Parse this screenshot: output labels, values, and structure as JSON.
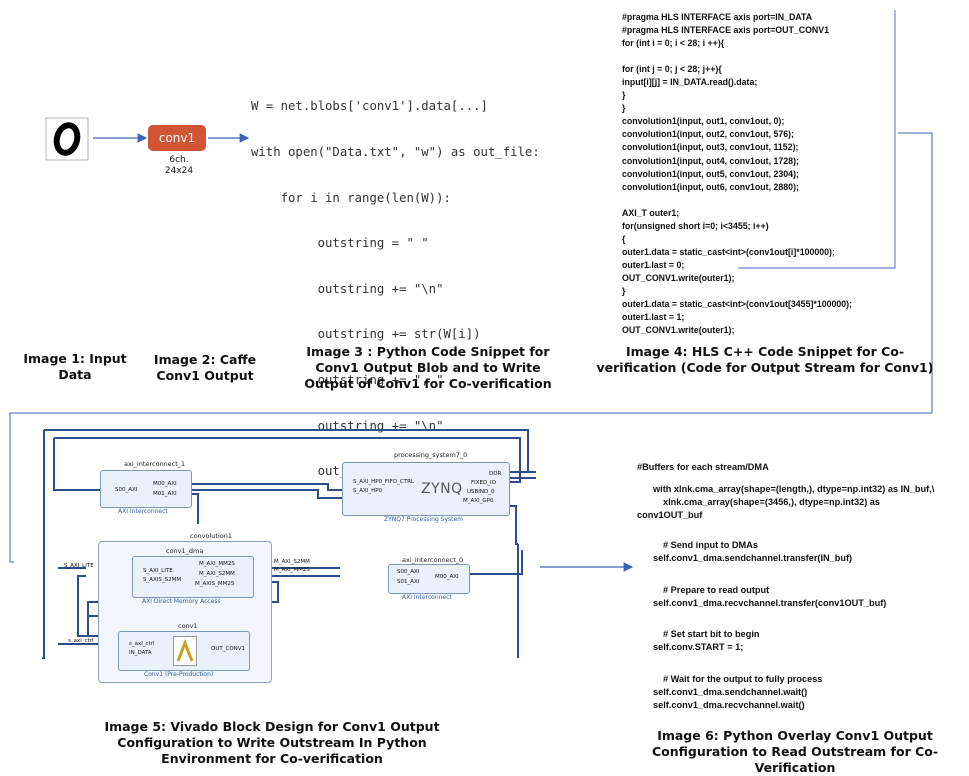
{
  "colors": {
    "line": "#3b64b8",
    "conv_block": "#d15534",
    "ip_fill": "#eaf1fb",
    "net": "#2e4d8c"
  },
  "flow": {
    "conv_block_label": "conv1",
    "conv_sub_line1": "6ch.",
    "conv_sub_line2": "24x24"
  },
  "python_snippet": {
    "lines": [
      "W = net.blobs['conv1'].data[...]",
      "with open(\"Data.txt\", \"w\") as out_file:",
      "    for i in range(len(W)):",
      "         outstring = \" \"",
      "         outstring += \"\\n\"",
      "         outstring += str(W[i])",
      "         outstring += \", \"",
      "         outstring += \"\\n\"",
      "         out_file.write(outstring)"
    ]
  },
  "hls_snippet": {
    "lines": [
      "#pragma HLS INTERFACE axis port=IN_DATA",
      "#pragma HLS INTERFACE axis port=OUT_CONV1",
      "for (int i = 0; i < 28; i ++){",
      "",
      "for (int j = 0; j < 28; j++){",
      "input[i][j] = IN_DATA.read().data;",
      "}",
      "}",
      "convolution1(input, out1, conv1out, 0);",
      "convolution1(input, out2, conv1out, 576);",
      "convolution1(input, out3, conv1out, 1152);",
      "convolution1(input, out4, conv1out, 1728);",
      "convolution1(input, out5, conv1out, 2304);",
      "convolution1(input, out6, conv1out, 2880);",
      "",
      "AXI_T outer1;",
      "for(unsigned short i=0; i<3455; i++)",
      "{",
      "outer1.data = static_cast<int>(conv1out[i]*100000);",
      "outer1.last = 0;",
      "OUT_CONV1.write(outer1);",
      "}",
      "outer1.data = static_cast<int>(conv1out[3455]*100000);",
      "outer1.last = 1;",
      "OUT_CONV1.write(outer1);"
    ]
  },
  "captions": {
    "img1": "Image 1: Input Data",
    "img2_l1": "Image 2: Caffe",
    "img2_l2": "Conv1 Output",
    "img3_l1": "Image 3 : Python Code Snippet for",
    "img3_l2": "Conv1 Output Blob and to Write",
    "img3_l3": "Output of Conv1 for Co-verification",
    "img4_l1": "Image 4: HLS C++ Code Snippet for  Co-",
    "img4_l2": "verification (Code  for Output Stream for Conv1)",
    "img5_l1": "Image 5: Vivado Block  Design for Conv1 Output",
    "img5_l2": "Configuration to Write Outstream In Python",
    "img5_l3": "Environment for Co-verification",
    "img6_l1": "Image 6: Python Overlay Conv1 Output",
    "img6_l2": "Configuration to Read Outstream for Co-",
    "img6_l3": "Verification"
  },
  "vivado": {
    "interconnect1": {
      "title": "axi_interconnect_1",
      "s00": "S00_AXI",
      "m00": "M00_AXI",
      "m01": "M01_AXI",
      "sub": "AXI Interconnect"
    },
    "ps7": {
      "title": "processing_system7_0",
      "p1": "S_AXI_HP0_FIFO_CTRL",
      "p2": "S_AXI_HP0",
      "logo": "ZYNQ",
      "ddr": "DDR",
      "fixed_io": "FIXED_IO",
      "usbind": "USBIND_0",
      "m_axi_gp0": "M_AXI_GP0",
      "sub": "ZYNQ7 Processing System"
    },
    "group": {
      "title": "convolution1"
    },
    "dma": {
      "title": "conv1_dma",
      "s_axi_lite": "S_AXI_LITE",
      "s_axis_s2mm": "S_AXIS_S2MM",
      "m_axi_mm2s": "M_AXI_MM2S",
      "m_axi_s2mm": "M_AXI_S2MM",
      "m_axis_mm2s": "M_AXIS_MM2S",
      "sub": "AXI Direct Memory Access"
    },
    "conv1": {
      "title": "conv1",
      "s_axi_ctrl": "s_axi_ctrl",
      "in_data": "IN_DATA",
      "out_conv1": "OUT_CONV1",
      "sub": "Conv1 (Pre-Production)"
    },
    "interconnect0": {
      "title": "axi_interconnect_0",
      "s00": "S00_AXI",
      "s01": "S01_AXI",
      "m00": "M00_AXI",
      "sub": "AXI Interconnect"
    },
    "ext_s_axi_lite": "S_AXI_LITE",
    "ext_s_axi_ctrl": "s_axi_ctrl",
    "net_s2mm": "M_AXI_S2MM",
    "net_mm2s": "M_AXI_MM2S"
  },
  "overlay_snippet": {
    "l1": "#Buffers for each stream/DMA",
    "l2": "with xlnk.cma_array(shape=(length,), dtype=np.int32) as IN_buf,\\",
    "l3": "xlnk.cma_array(shape=(3456,), dtype=np.int32) as",
    "l4": "conv1OUT_buf",
    "l5": "# Send input to DMAs",
    "l6": "self.conv1_dma.sendchannel.transfer(IN_buf)",
    "l7": "# Prepare to read output",
    "l8": "self.conv1_dma.recvchannel.transfer(conv1OUT_buf)",
    "l9": "# Set start bit to begin",
    "l10": "self.conv.START = 1;",
    "l11": "# Wait for the output to fully process",
    "l12": "self.conv1_dma.sendchannel.wait()",
    "l13": "self.conv1_dma.recvchannel.wait()"
  }
}
